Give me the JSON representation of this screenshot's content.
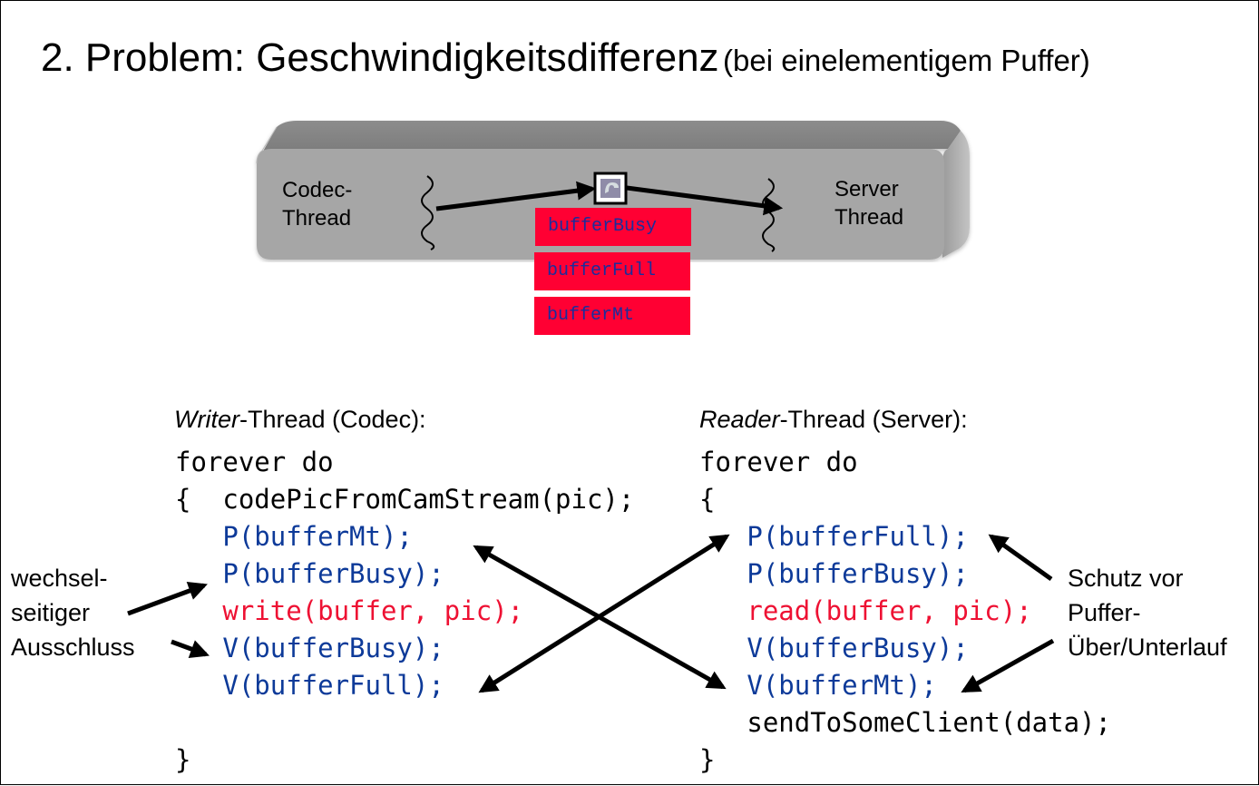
{
  "title": {
    "main": "2. Problem: Geschwindigkeitsdifferenz",
    "sub": "(bei einelementigem Puffer)"
  },
  "diagram": {
    "left_thread_line1": "Codec-",
    "left_thread_line2": "Thread",
    "right_thread_line1": "Server",
    "right_thread_line2": "Thread",
    "buffer_icon": "picture-buffer-icon",
    "semaphores": [
      "bufferBusy",
      "bufferFull",
      "bufferMt"
    ],
    "colors": {
      "box_gray": "#a6a6a6",
      "semaphore_red": "#ff0033",
      "semaphore_text": "#1a2d9c"
    }
  },
  "writer": {
    "header_italic": "Writer",
    "header_rest": "-Thread (Codec):",
    "lines": [
      {
        "text": "forever do",
        "color": "black"
      },
      {
        "text": "{  codePicFromCamStream(pic);",
        "color": "black"
      },
      {
        "text": "   P(bufferMt);",
        "color": "blue"
      },
      {
        "text": "   P(bufferBusy);",
        "color": "blue"
      },
      {
        "text": "   write(buffer, pic);",
        "color": "red"
      },
      {
        "text": "   V(bufferBusy);",
        "color": "blue"
      },
      {
        "text": "   V(bufferFull);",
        "color": "blue"
      },
      {
        "text": "",
        "color": "black"
      },
      {
        "text": "}",
        "color": "black"
      }
    ]
  },
  "reader": {
    "header_italic": "Reader",
    "header_rest": "-Thread (Server):",
    "lines": [
      {
        "text": "forever do",
        "color": "black"
      },
      {
        "text": "{",
        "color": "black"
      },
      {
        "text": "   P(bufferFull);",
        "color": "blue"
      },
      {
        "text": "   P(bufferBusy);",
        "color": "blue"
      },
      {
        "text": "   read(buffer, pic);",
        "color": "red"
      },
      {
        "text": "   V(bufferBusy);",
        "color": "blue"
      },
      {
        "text": "   V(bufferMt);",
        "color": "blue"
      },
      {
        "text": "   sendToSomeClient(data);",
        "color": "black"
      },
      {
        "text": "}",
        "color": "black"
      }
    ]
  },
  "annotations": {
    "mutual_exclusion": [
      "wechsel-",
      "seitiger",
      "Ausschluss"
    ],
    "overflow_protection": [
      "Schutz vor",
      "Puffer-",
      "Über/Unterlauf"
    ]
  },
  "code_colors": {
    "black": "#000000",
    "blue": "#0d3a99",
    "red": "#ee1133"
  }
}
